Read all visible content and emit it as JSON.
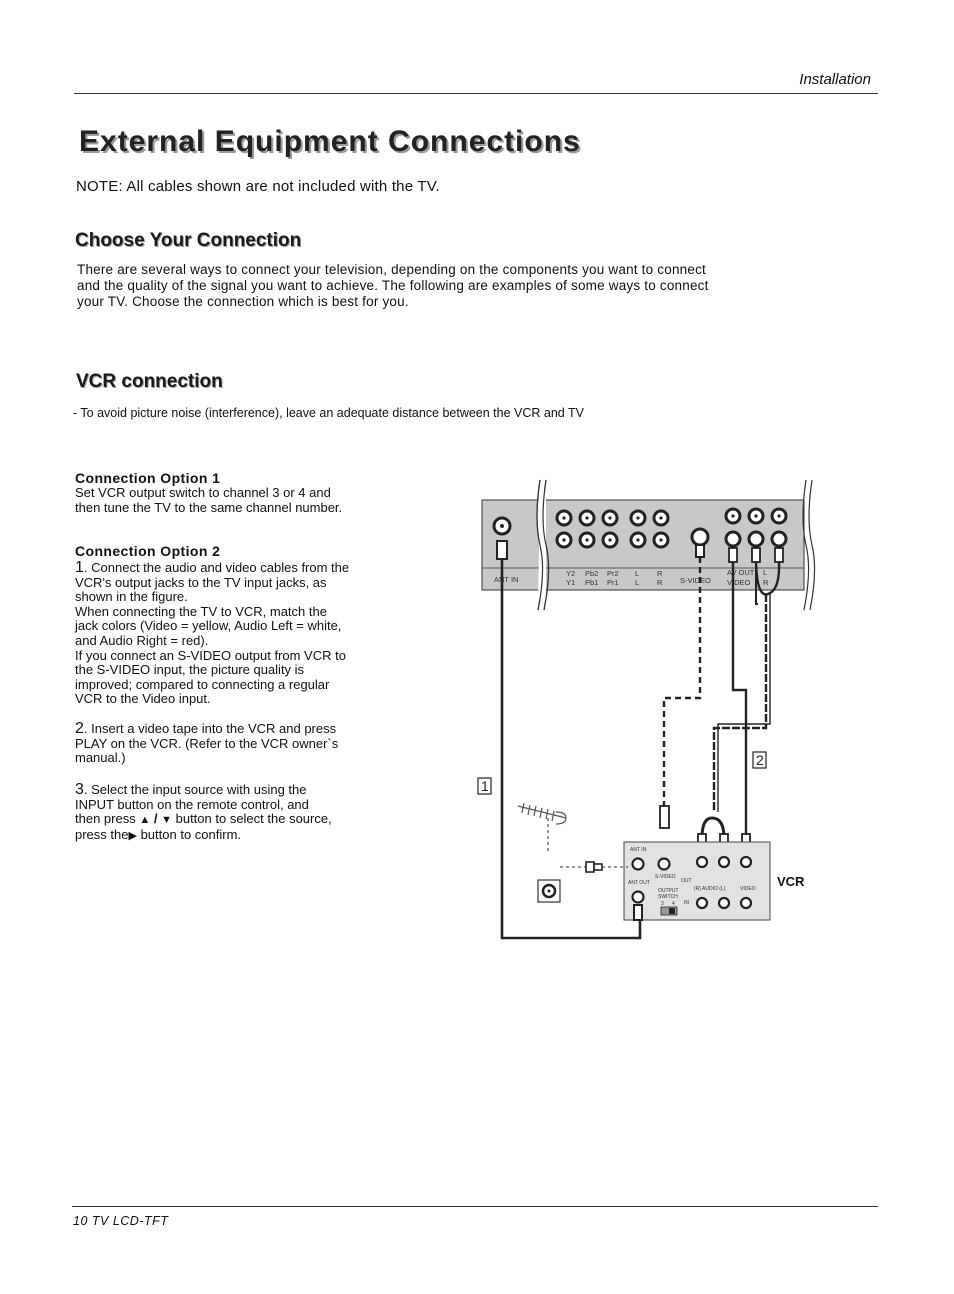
{
  "header": {
    "section": "Installation"
  },
  "title": "External Equipment Connections",
  "note": "NOTE: All cables shown are not included with the TV.",
  "choose": {
    "heading": "Choose Your Connection",
    "lines": [
      "There are several ways to connect your television, depending on the components you want to connect",
      "and the quality of the signal you want to achieve.  The following are examples of some ways to connect",
      "your TV.  Choose the connection which is best for you."
    ]
  },
  "vcr": {
    "heading": "VCR connection",
    "tip": "- To avoid picture noise (interference), leave an adequate distance between the VCR and TV"
  },
  "option1": {
    "title": "Connection Option 1",
    "lines": [
      "Set VCR output switch to channel 3 or 4 and",
      "then tune the TV to the same channel number."
    ]
  },
  "option2": {
    "title": "Connection Option 2",
    "step1_num": "1",
    "step1_lines": [
      ". Connect the audio and video cables from the",
      "VCR's output jacks to the TV input jacks, as",
      "shown in the figure.",
      "When connecting the TV to VCR, match the",
      "jack colors (Video = yellow, Audio Left = white,",
      "and Audio Right = red).",
      "If you connect an S-VIDEO output from VCR to",
      "the S-VIDEO input, the picture quality is",
      "improved; compared to connecting a regular",
      "VCR to the Video input."
    ],
    "step2_num": "2",
    "step2_lines": [
      ". Insert a video tape into the VCR and press",
      "PLAY on the VCR. (Refer to the VCR owner`s",
      "manual.)"
    ],
    "step3_num": "3",
    "step3_line1": ". Select the input source with using the",
    "step3_line2": "INPUT button on the remote control, and",
    "step3_line3_a": "then press",
    "step3_line3_b": "button to select the source,",
    "step3_line4_a": "press the",
    "step3_line4_b": "button to confirm."
  },
  "diagram": {
    "tv_labels": {
      "ant_in": "ANT IN",
      "y2": "Y2",
      "y1": "Y1",
      "pb2": "Pb2",
      "pb1": "Pb1",
      "pr2": "Pr2",
      "pr1": "Pr1",
      "l1": "L",
      "l2": "L",
      "r1": "R",
      "r2": "R",
      "svideo": "S-VIDEO",
      "av_out": "AV OUT",
      "video": "VIDEO",
      "out_l": "L",
      "out_r": "R"
    },
    "badge1": "1",
    "badge2": "2",
    "vcr_label": "VCR",
    "vcr_panel": {
      "ant_in": "ANT IN",
      "ant_out": "ANT OUT",
      "svideo": "S-VIDEO",
      "out": "OUT",
      "in": "IN",
      "audio": "(R) AUDIO (L)",
      "video": "VIDEO",
      "output_switch_1": "OUTPUT",
      "output_switch_2": "SWITCH",
      "ch3": "3",
      "ch4": "4"
    }
  },
  "footer": "10  TV LCD-TFT"
}
